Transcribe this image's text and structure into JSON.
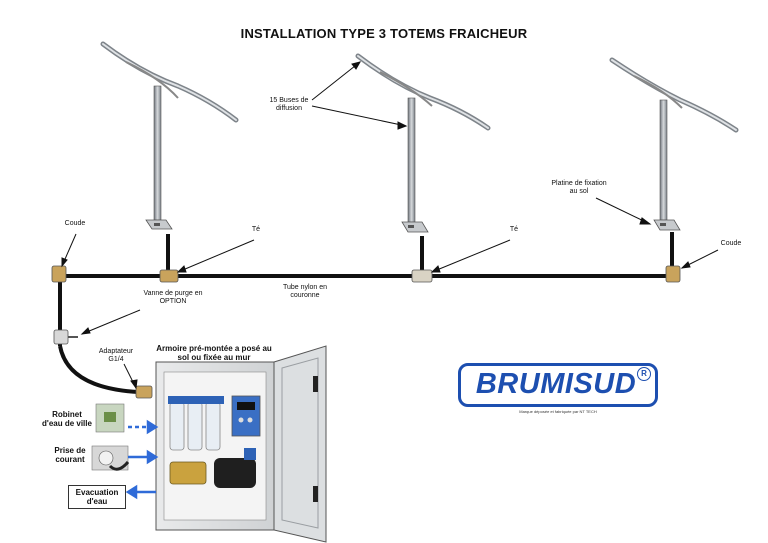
{
  "title": "INSTALLATION TYPE 3 TOTEMS FRAICHEUR",
  "labels": {
    "buses": "15 Buses de diffusion",
    "platine": "Platine de fixation au sol",
    "coude_left": "Coude",
    "coude_right": "Coude",
    "te_left": "Té",
    "te_mid": "Té",
    "vanne": "Vanne de purge en OPTION",
    "tube": "Tube nylon  en couronne",
    "adaptateur": "Adaptateur G1/4",
    "armoire": "Armoire pré-montée a posé au sol ou fixée au mur",
    "robinet": "Robinet d'eau de ville",
    "prise": "Prise de courant",
    "evacuation": "Evacuation d'eau"
  },
  "logo": {
    "name": "BRUMISUD",
    "registered": "R",
    "subtitle": "Marque déposée et fabriquée par NT TECH"
  },
  "colors": {
    "logo_blue": "#1d4fb0",
    "arrow_blue": "#2f6bd8",
    "pipe": "#111111",
    "metal": "#9aa0a6"
  }
}
